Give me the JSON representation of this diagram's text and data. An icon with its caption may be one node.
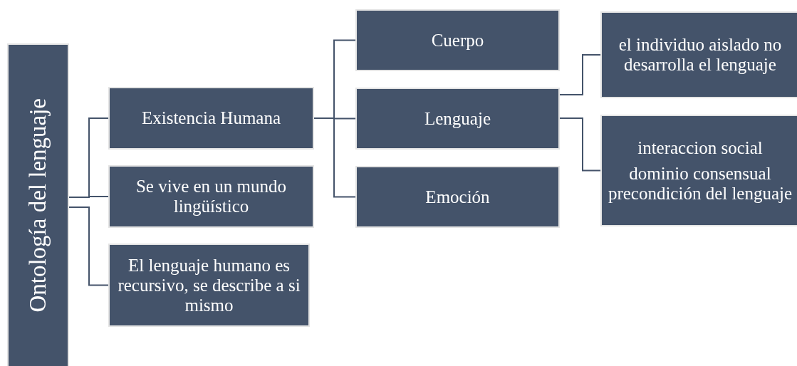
{
  "diagram": {
    "nodes": [
      {
        "text": [
          "Ontología del lenguaje"
        ]
      },
      {
        "text": [
          "Existencia Humana"
        ]
      },
      {
        "text": [
          "Se vive en un mundo lingüístico"
        ]
      },
      {
        "text": [
          "El lenguaje humano es recursivo, se describe a si mismo"
        ]
      },
      {
        "text": [
          "Cuerpo"
        ]
      },
      {
        "text": [
          "Lenguaje"
        ]
      },
      {
        "text": [
          "Emoción"
        ]
      },
      {
        "text": [
          "el individuo aislado no desarrolla el lenguaje"
        ]
      },
      {
        "text": [
          "interaccion social",
          "dominio consensual precondición del lenguaje"
        ]
      }
    ],
    "edges": [
      {
        "from": 0,
        "to": 1,
        "arrow": "none"
      },
      {
        "from": 0,
        "to": 2,
        "arrow": "none"
      },
      {
        "from": 0,
        "to": 3,
        "arrow": "none"
      },
      {
        "from": 1,
        "to": 4,
        "arrow": "none"
      },
      {
        "from": 1,
        "to": 5,
        "arrow": "none"
      },
      {
        "from": 1,
        "to": 6,
        "arrow": "none"
      },
      {
        "from": 5,
        "to": 7,
        "arrow": "none"
      },
      {
        "from": 5,
        "to": 8,
        "arrow": "none"
      }
    ]
  }
}
